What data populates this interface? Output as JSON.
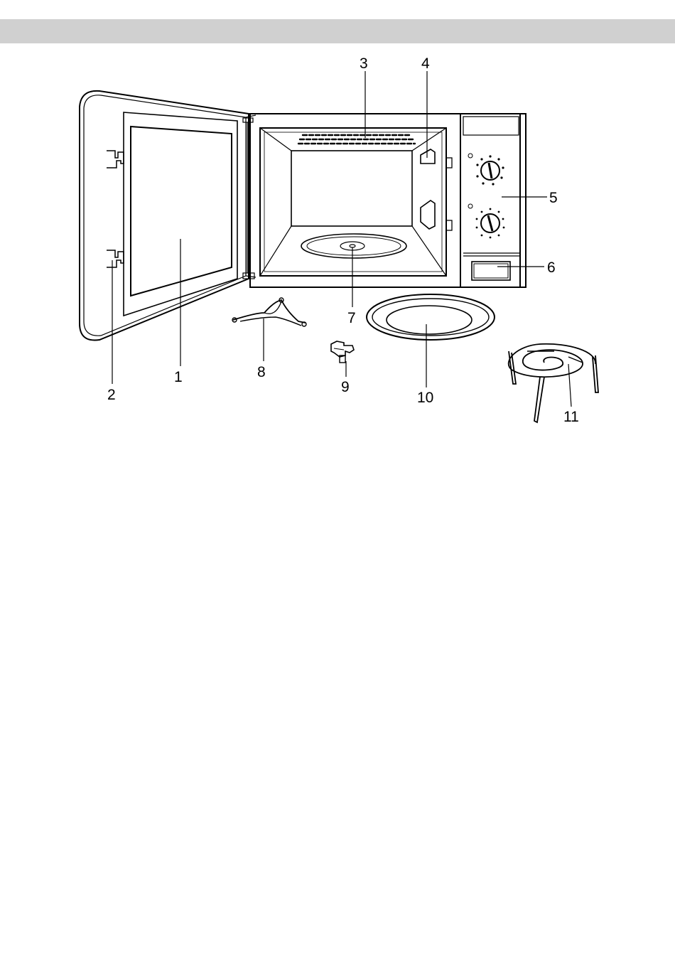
{
  "header": {
    "bar_color": "#d0d0d0"
  },
  "callouts": [
    {
      "id": "1",
      "text": "1"
    },
    {
      "id": "2",
      "text": "2"
    },
    {
      "id": "3",
      "text": "3"
    },
    {
      "id": "4",
      "text": "4"
    },
    {
      "id": "5",
      "text": "5"
    },
    {
      "id": "6",
      "text": "6"
    },
    {
      "id": "7",
      "text": "7"
    },
    {
      "id": "8",
      "text": "8"
    },
    {
      "id": "9",
      "text": "9"
    },
    {
      "id": "10",
      "text": "10"
    },
    {
      "id": "11",
      "text": "11"
    }
  ],
  "icons": [
    "microwave-oven-illustration",
    "roller-ring-icon",
    "coupler-icon",
    "glass-tray-icon",
    "grill-rack-icon"
  ]
}
